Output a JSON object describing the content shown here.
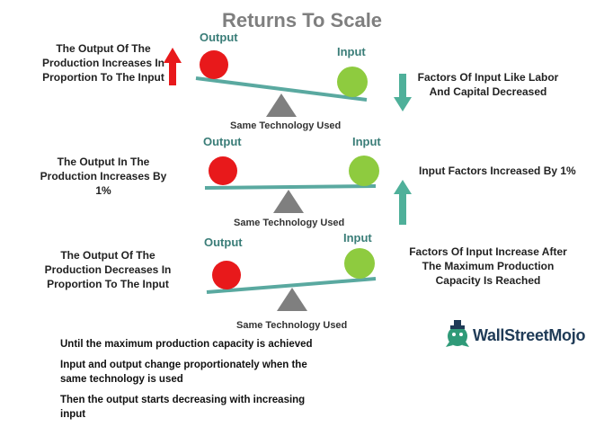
{
  "title": "Returns To Scale",
  "colors": {
    "output_ball": "#e8191b",
    "input_ball": "#8ecb3f",
    "beam": "#5aa9a0",
    "fulcrum": "#7f7f7f",
    "arrow_up_red": "#e8191b",
    "arrow_green": "#4fb09a",
    "title": "#7f7f7f",
    "label_green": "#3a7d78"
  },
  "scale_1": {
    "left_text": "The Output Of The Production Increases In Proportion To The Input",
    "output_label": "Output",
    "input_label": "Input",
    "fulcrum_label": "Same Technology Used",
    "right_text": "Factors Of Input Like Labor And Capital Decreased",
    "left_arrow": "arrow-up-icon",
    "right_arrow": "arrow-down-icon"
  },
  "scale_2": {
    "left_text": "The Output In The Production Increases By 1%",
    "output_label": "Output",
    "input_label": "Input",
    "fulcrum_label": "Same Technology Used",
    "right_text": "Input Factors Increased By 1%",
    "right_arrow": "arrow-up-icon"
  },
  "scale_3": {
    "left_text": "The Output Of The Production Decreases In Proportion To The Input",
    "output_label": "Output",
    "input_label": "Input",
    "fulcrum_label": "Same Technology Used",
    "right_text": "Factors Of Input Increase After The Maximum Production Capacity Is Reached"
  },
  "notes": [
    "Until the maximum production capacity is achieved",
    "Input and output change proportionately when the same technology is used",
    "Then the output starts decreasing with increasing input"
  ],
  "brand": {
    "name": "WallStreetMojo",
    "logo": "wallstreetmojo-logo-icon"
  }
}
